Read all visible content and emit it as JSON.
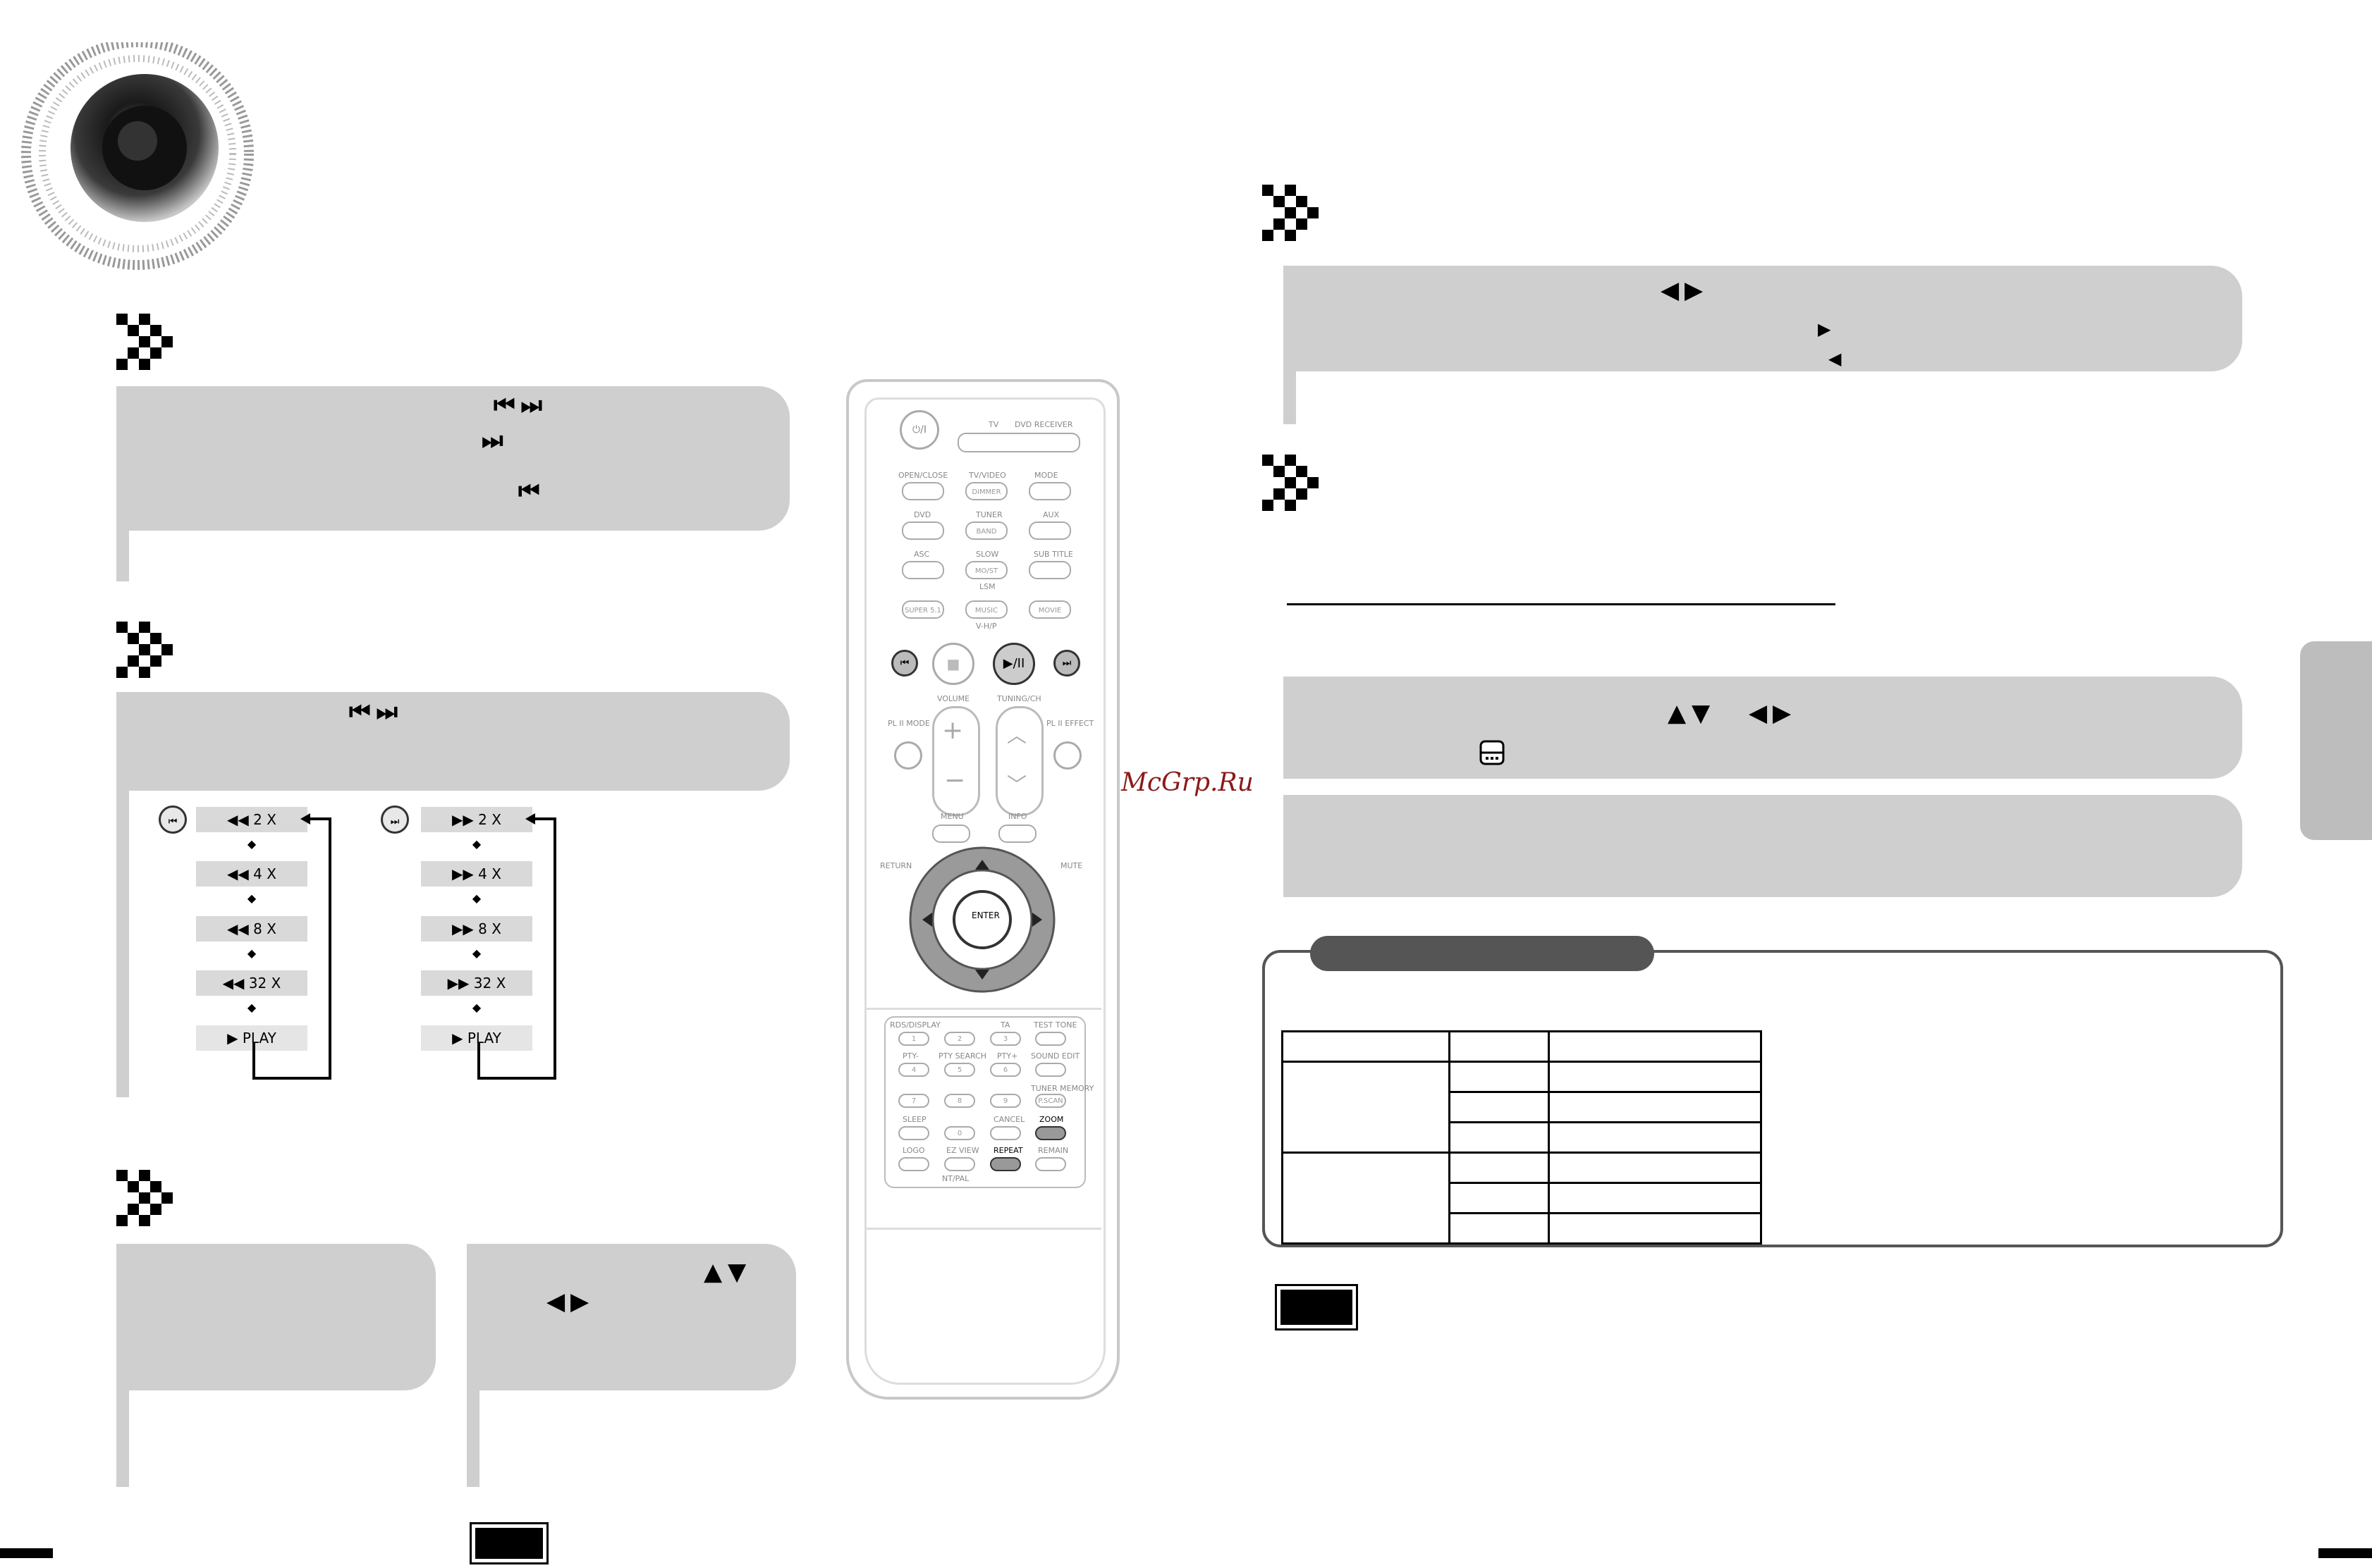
{
  "watermark": "McGrp.Ru",
  "icons": {
    "skip_both": "⏮ ⏭",
    "skip_next": "⏭",
    "skip_prev": "⏮",
    "left_right": "◀ ▶",
    "right": "▶",
    "left": "◀",
    "up_down": "▲ ▼",
    "left_arrow": "◀",
    "right_arrow": "▶",
    "subtitle_icon": "subtitle-icon",
    "search_back_icon": "⏮",
    "search_fwd_icon": "⏭"
  },
  "search_chain_back": [
    "◀◀  2 X",
    "◀◀  4 X",
    "◀◀  8 X",
    "◀◀  32 X",
    "▶  PLAY"
  ],
  "search_chain_fwd": [
    "▶▶  2 X",
    "▶▶  4 X",
    "▶▶  8 X",
    "▶▶  32 X",
    "▶  PLAY"
  ],
  "remote": {
    "power": "⏻/I",
    "tv_label": "TV",
    "dvd_receiver_label": "DVD RECEIVER",
    "open_close": "OPEN/CLOSE",
    "tv_video": "TV/VIDEO",
    "mode": "MODE",
    "dimmer": "DIMMER",
    "dvd": "DVD",
    "tuner": "TUNER",
    "band": "BAND",
    "aux": "AUX",
    "asc": "ASC",
    "slow": "SLOW",
    "mo_st": "MO/ST",
    "sub_title": "SUB TITLE",
    "lsm": "LSM",
    "super51": "SUPER 5.1",
    "music": "MUSIC",
    "movie": "MOVIE",
    "vhp": "V-H/P",
    "volume": "VOLUME",
    "tuning_ch": "TUNING/CH",
    "pl2_mode": "PL II MODE",
    "pl2_effect": "PL II EFFECT",
    "menu": "MENU",
    "info": "INFO",
    "return": "RETURN",
    "mute": "MUTE",
    "enter": "ENTER",
    "rds_display": "RDS/DISPLAY",
    "ta": "TA",
    "test_tone": "TEST TONE",
    "pty_minus": "PTY- ",
    "pty_search": "PTY SEARCH",
    "pty_plus": "PTY+",
    "sound_edit": "SOUND EDIT",
    "tuner_memory": "TUNER MEMORY",
    "p_scan": "P.SCAN",
    "sleep": "SLEEP",
    "cancel": "CANCEL",
    "zoom": "ZOOM",
    "logo": "LOGO",
    "ez_view": "EZ VIEW",
    "repeat": "REPEAT",
    "remain": "REMAIN",
    "nt_pal": "NT/PAL",
    "digits": [
      "1",
      "2",
      "3",
      "4",
      "5",
      "6",
      "7",
      "8",
      "9",
      "0"
    ]
  },
  "colors": {
    "box_gray": "#cfcfcf",
    "tab_gray": "#bdbdbd",
    "pill_dark": "#555555"
  }
}
